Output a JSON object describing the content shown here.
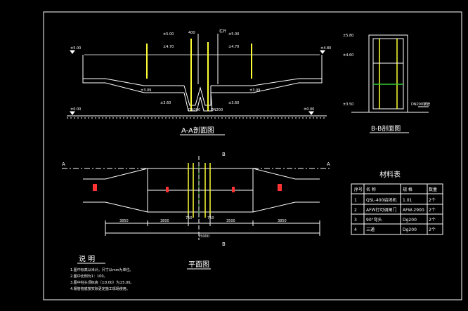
{
  "titles": {
    "section_aa": "A-A剖面图",
    "section_bb": "B-B剖面图",
    "plan": "平面图",
    "materials": "材料表",
    "notes": "说  明"
  },
  "section_labels": {
    "a_left": "A",
    "a_right": "A",
    "b_top": "B",
    "b_bottom": "B"
  },
  "aa_annotations": {
    "elev_left_top": "±5.00",
    "elev_left_ground": "±0.00",
    "elev_right_top": "±4.80",
    "elev_right_ground": "±0.00",
    "elev_mid1": "±5.00",
    "elev_mid2": "±4.70",
    "elev_mid3": "±5.00",
    "elev_mid4": "±4.70",
    "elev_low_left": "±3.09",
    "elev_low_right": "±3.09",
    "elev_bot1": "±3.60",
    "elev_bot2": "±3.60",
    "pipe_top": "400",
    "pipe_label": "DN200",
    "pipe_label2": "DN200",
    "rail_label": "栏杆"
  },
  "bb_annotations": {
    "elev_top": "±5.80",
    "elev_mid": "±4.60",
    "elev_bot": "±3.50",
    "pipe_note": "DN200钢管"
  },
  "plan_dims": {
    "d1": "3850",
    "d2": "3800",
    "d3": "3500",
    "d4": "3850",
    "d5": "750",
    "d6": "750",
    "total": "15000"
  },
  "materials_table": {
    "headers": [
      "序号",
      "名  称",
      "规  格",
      "数量"
    ],
    "rows": [
      [
        "1",
        "QSL-400启闭机",
        "1.01",
        "2个"
      ],
      [
        "2",
        "AFW打可调闸门",
        "AFW-2900",
        "2个"
      ],
      [
        "3",
        "90°弯头",
        "Dg200",
        "2个"
      ],
      [
        "4",
        "三通",
        "Dg200",
        "2个"
      ]
    ]
  },
  "notes": [
    "1.图中标高以米计，尺寸以mm为单位。",
    "2.图中比例为1：100。",
    "3.图中柱头顶标高（±0.00）为±5.00。",
    "4.钢管管底按实际更定施工现场使用。"
  ]
}
